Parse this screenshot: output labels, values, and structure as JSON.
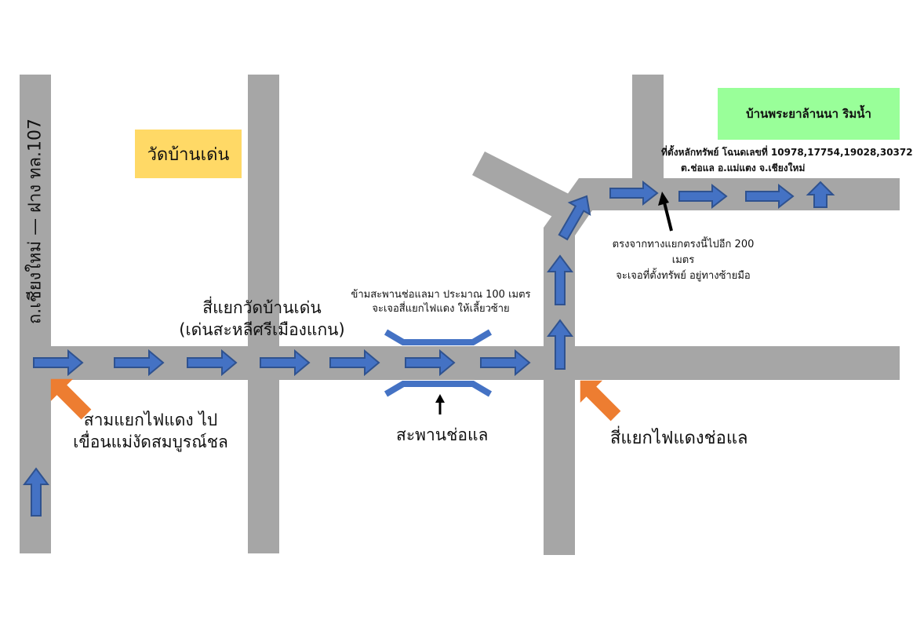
{
  "labels": {
    "road_vertical": "ถ.เชียงใหม่ — ฝาง ทล.107",
    "temple": "วัดบ้านเด่น",
    "destination": "บ้านพระยาล้านนา ริมน้ำ",
    "deed_line1": "ที่ตั้งหลักทรัพย์ โฉนดเลขที่ 10978,17754,19028,30372",
    "deed_line2": "ต.ช่อแล อ.แม่แตง จ.เชียงใหม่",
    "four_way_temple_line1": "สี่แยกวัดบ้านเด่น",
    "four_way_temple_line2": "(เด่นสะหลีศรีเมืองแกน)",
    "bridge_note_line1": "ข้ามสะพานช่อแลมา ประมาณ 100 เมตร",
    "bridge_note_line2": "จะเจอสี่แยกไฟแดง ให้เลี้ยวซ้าย",
    "straight_note_line1": "ตรงจากทางแยกตรงนี้ไปอีก 200",
    "straight_note_line2": "เมตร",
    "straight_note_line3": "จะเจอที่ตั้งทรัพย์ อยู่ทางซ้ายมือ",
    "three_way_line1": "สามแยกไฟแดง ไป",
    "three_way_line2": "เขื่อนแม่งัดสมบูรณ์ชล",
    "bridge": "สะพานช่อแล",
    "four_way_chorlae": "สี่แยกไฟแดงช่อแล"
  },
  "colors": {
    "road": "#a6a6a6",
    "route_arrow": "#4472c4",
    "route_arrow_shadow": "#2f528f",
    "landmark_arrow": "#ed7d31",
    "bridge": "#4472c4",
    "temple_box": "#ffd966",
    "destination_box": "#99ff99"
  }
}
